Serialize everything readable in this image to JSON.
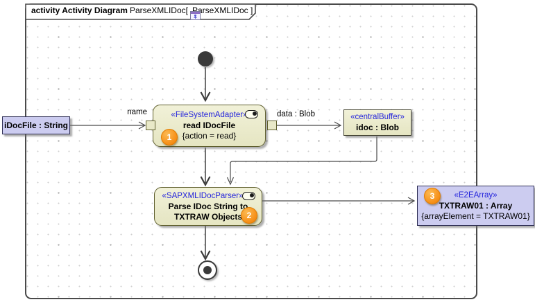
{
  "frame": {
    "header": {
      "keyword": "activity Activity Diagram",
      "name": "ParseXMLIDoc[",
      "ref": "ParseXMLIDoc ]",
      "icon": "activity-diagram-icon"
    }
  },
  "nodes": {
    "idocfile_object": {
      "label": "iDocFile : String"
    },
    "read_action": {
      "stereotype": "«FileSystemAdapter»",
      "name": "read IDocFile",
      "tag": "{action = read}",
      "badge": "1",
      "icon": "toggle-decoration-icon"
    },
    "central_buffer": {
      "stereotype": "«centralBuffer»",
      "name": "idoc : Blob"
    },
    "parse_action": {
      "stereotype": "«SAPXMLIDocParser»",
      "name_line1": "Parse IDoc String to",
      "name_line2": "TXTRAW Objects",
      "badge": "2",
      "icon": "toggle-decoration-icon"
    },
    "e2e_array": {
      "stereotype": "«E2EArray»",
      "name": "TXTRAW01 : Array",
      "tag": "{arrayElement = TXTRAW01}",
      "badge": "3"
    }
  },
  "edges": {
    "name_pin_label": "name",
    "data_pin_label": "data : Blob"
  },
  "colors": {
    "action_fill": "#E9E9C8",
    "action_border": "#5F5F2E",
    "object_fill": "#CCCCF0",
    "object_border": "#2F2F55",
    "stereotype_text": "#2424DC",
    "badge_fill": "#F7941E",
    "line": "#4A4A4A",
    "frame_border": "#4A4A4A"
  }
}
